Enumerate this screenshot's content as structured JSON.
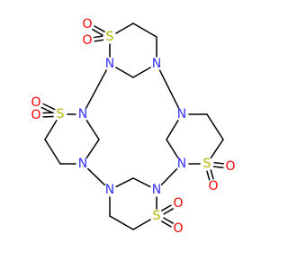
{
  "diagram": {
    "type": "chemical-structure",
    "colors": {
      "background": "#ffffff",
      "bond": "#000000",
      "N": "#3333ff",
      "S": "#b5b500",
      "O": "#ff0000"
    },
    "atom_labels": {
      "N": "N",
      "S": "S",
      "O": "O"
    }
  }
}
